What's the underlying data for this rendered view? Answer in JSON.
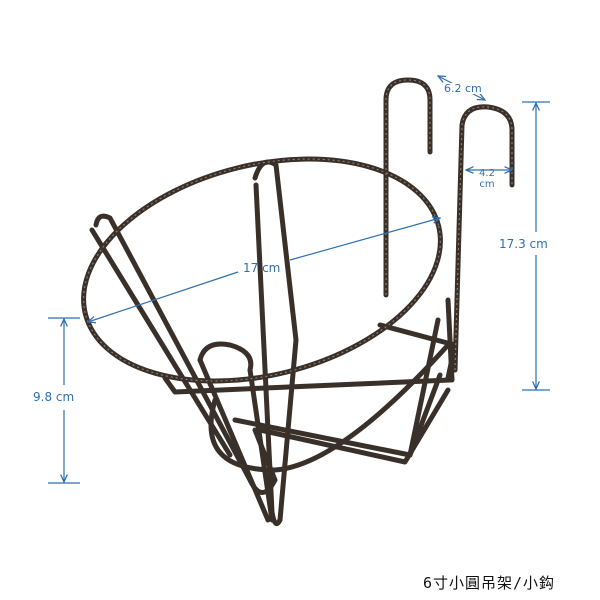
{
  "colors": {
    "wire": "#3a302a",
    "wire_highlight": "#8a7c70",
    "dimension": "#2f6fb0",
    "caption": "#111111"
  },
  "dimensions": {
    "hook_width": "6.2 cm",
    "hook_depth_line1": "4.2",
    "hook_depth_line2": "cm",
    "ring_diameter": "17 cm",
    "total_height": "17.3 cm",
    "basket_height": "9.8 cm"
  },
  "caption": "6寸小圓吊架/小鈎"
}
